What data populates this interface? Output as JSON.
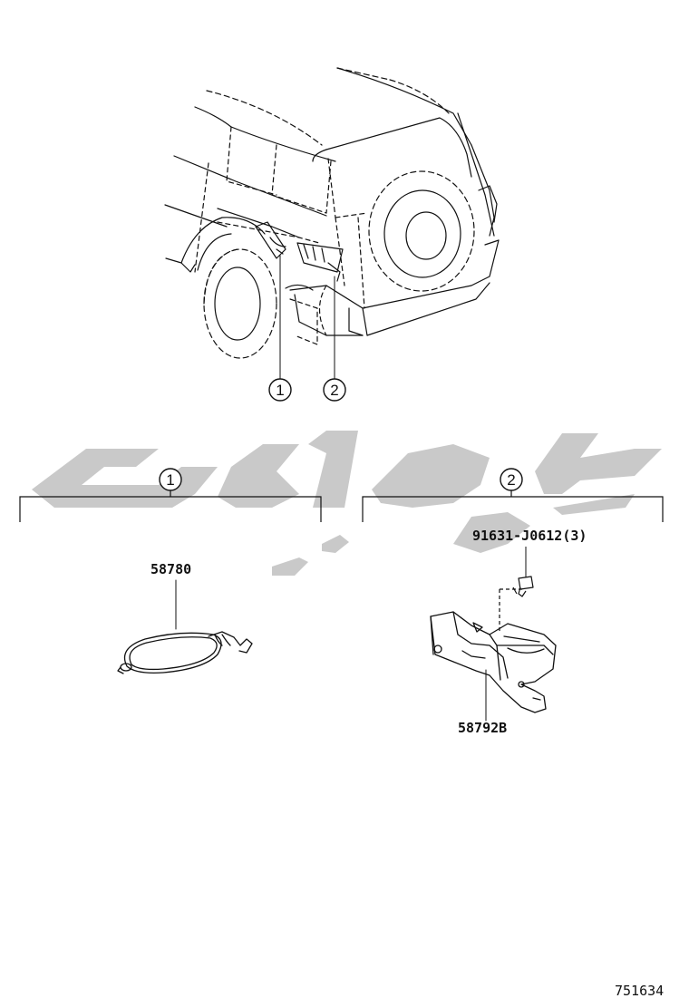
{
  "callouts": {
    "one": "1",
    "two": "2"
  },
  "group_1": {
    "part_number": "58780"
  },
  "group_2": {
    "fastener_part": "91631-J0612(3)",
    "bracket_part": "58792B"
  },
  "illustration_id": "751634",
  "watermark": {
    "style": "grey Persian script logotype"
  },
  "colors": {
    "line": "#111111",
    "watermark": "#c8c8c8"
  }
}
